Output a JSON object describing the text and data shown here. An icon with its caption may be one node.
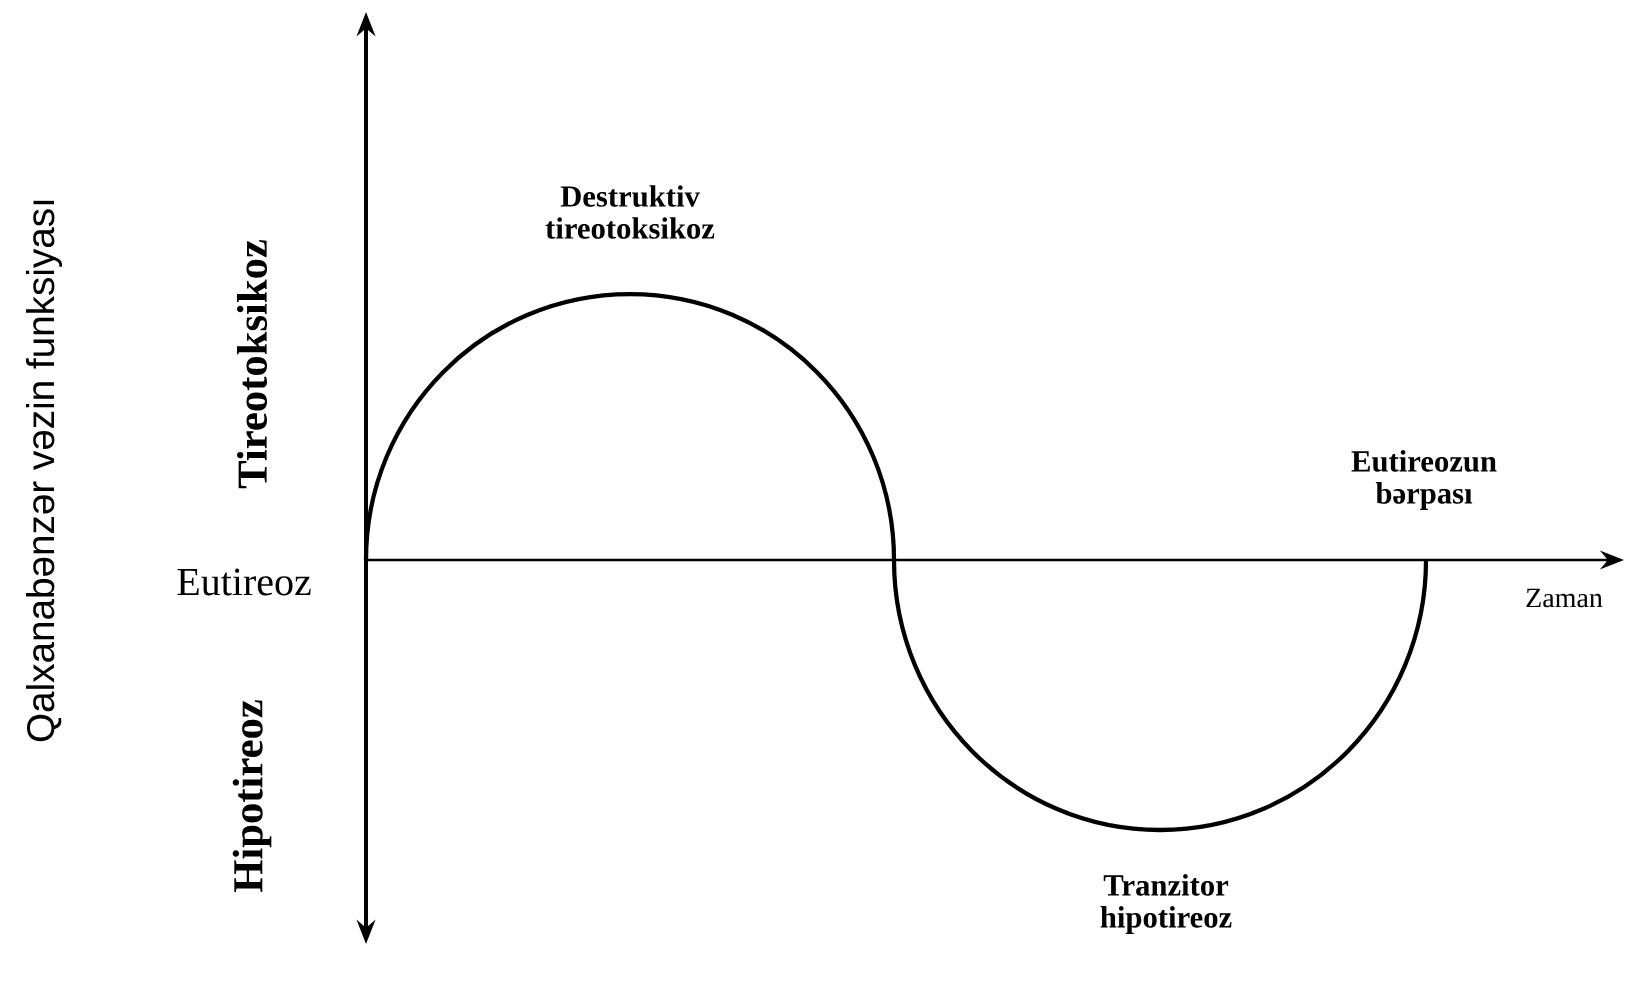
{
  "diagram": {
    "labels": [
      "Destruktiv tireotoksikoz",
      "Qalxanabənzər vəzin funksiyası",
      "Tireotoksikoz",
      "Eutireozun bərpası",
      "Eutireoz",
      "Zaman",
      "Hipotireoz",
      "Tranzitor hipotireoz"
    ]
  }
}
